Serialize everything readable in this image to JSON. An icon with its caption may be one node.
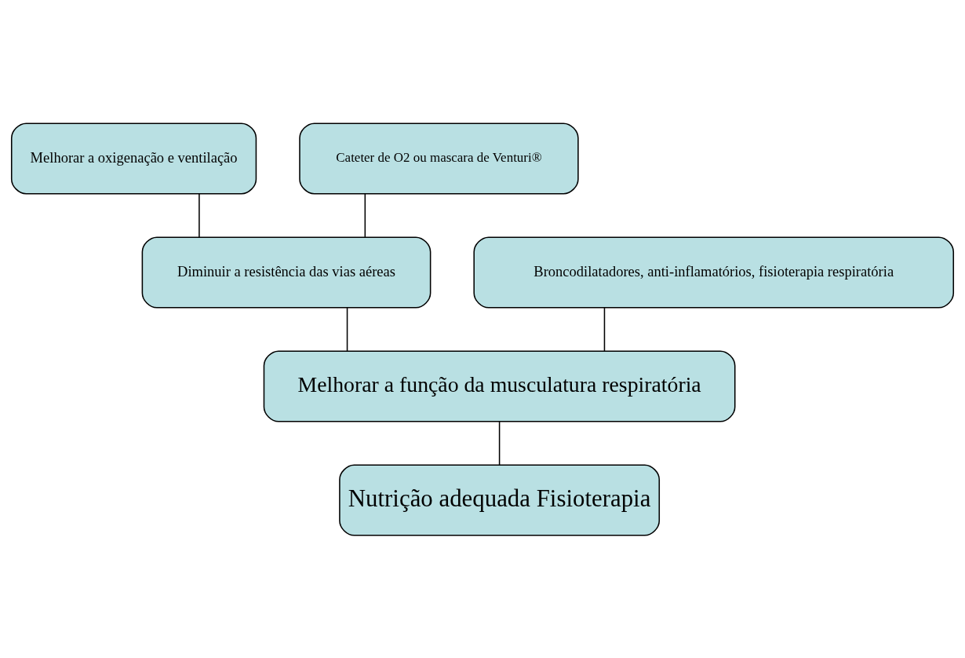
{
  "diagram": {
    "nodes": [
      {
        "text": [
          "Melhorar a oxigenação e ventilação"
        ]
      },
      {
        "text": [
          "Cateter de O2 ou mascara de Venturi®"
        ]
      },
      {
        "text": [
          "Diminuir a resistência das vias aéreas"
        ]
      },
      {
        "text": [
          "Broncodilatadores, anti-inflamatórios, fisioterapia respiratória"
        ]
      },
      {
        "text": [
          "Melhorar a função da musculatura respiratória"
        ]
      },
      {
        "text": [
          "Nutrição adequada Fisioterapia"
        ]
      }
    ],
    "edges": [
      {
        "from": 0,
        "to": 2,
        "arrow": "none"
      },
      {
        "from": 1,
        "to": 2,
        "arrow": "none"
      },
      {
        "from": 2,
        "to": 4,
        "arrow": "none"
      },
      {
        "from": 3,
        "to": 4,
        "arrow": "none"
      },
      {
        "from": 4,
        "to": 5,
        "arrow": "none"
      }
    ]
  }
}
